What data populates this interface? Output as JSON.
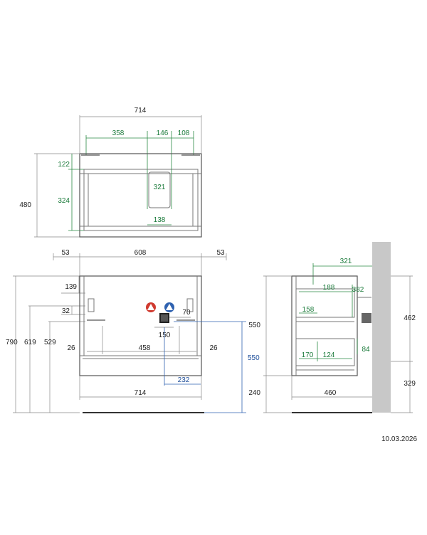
{
  "top_view": {
    "width": "714",
    "d358": "358",
    "d146": "146",
    "d108": "108",
    "d122": "122",
    "height": "480",
    "d324": "324",
    "d321": "321",
    "d138": "138"
  },
  "front_view": {
    "d53_left": "53",
    "d608": "608",
    "d53_right": "53",
    "d139": "139",
    "d32": "32",
    "d790": "790",
    "d619": "619",
    "d529": "529",
    "d70": "70",
    "d150": "150",
    "d26_left": "26",
    "d458": "458",
    "d26_right": "26",
    "d550": "550",
    "d232": "232",
    "width": "714"
  },
  "side_view": {
    "d321": "321",
    "d188": "188",
    "d382": "382",
    "d158": "158",
    "d550": "550",
    "d462": "462",
    "d170": "170",
    "d124": "124",
    "d84": "84",
    "d329": "329",
    "d240": "240",
    "d460": "460"
  },
  "date": "10.03.2026",
  "colors": {
    "green": "#1a7a3a",
    "blue": "#1f4f9a",
    "hot": "#d03a2f",
    "cold": "#2f62b0",
    "wall": "#c8c8c8"
  }
}
